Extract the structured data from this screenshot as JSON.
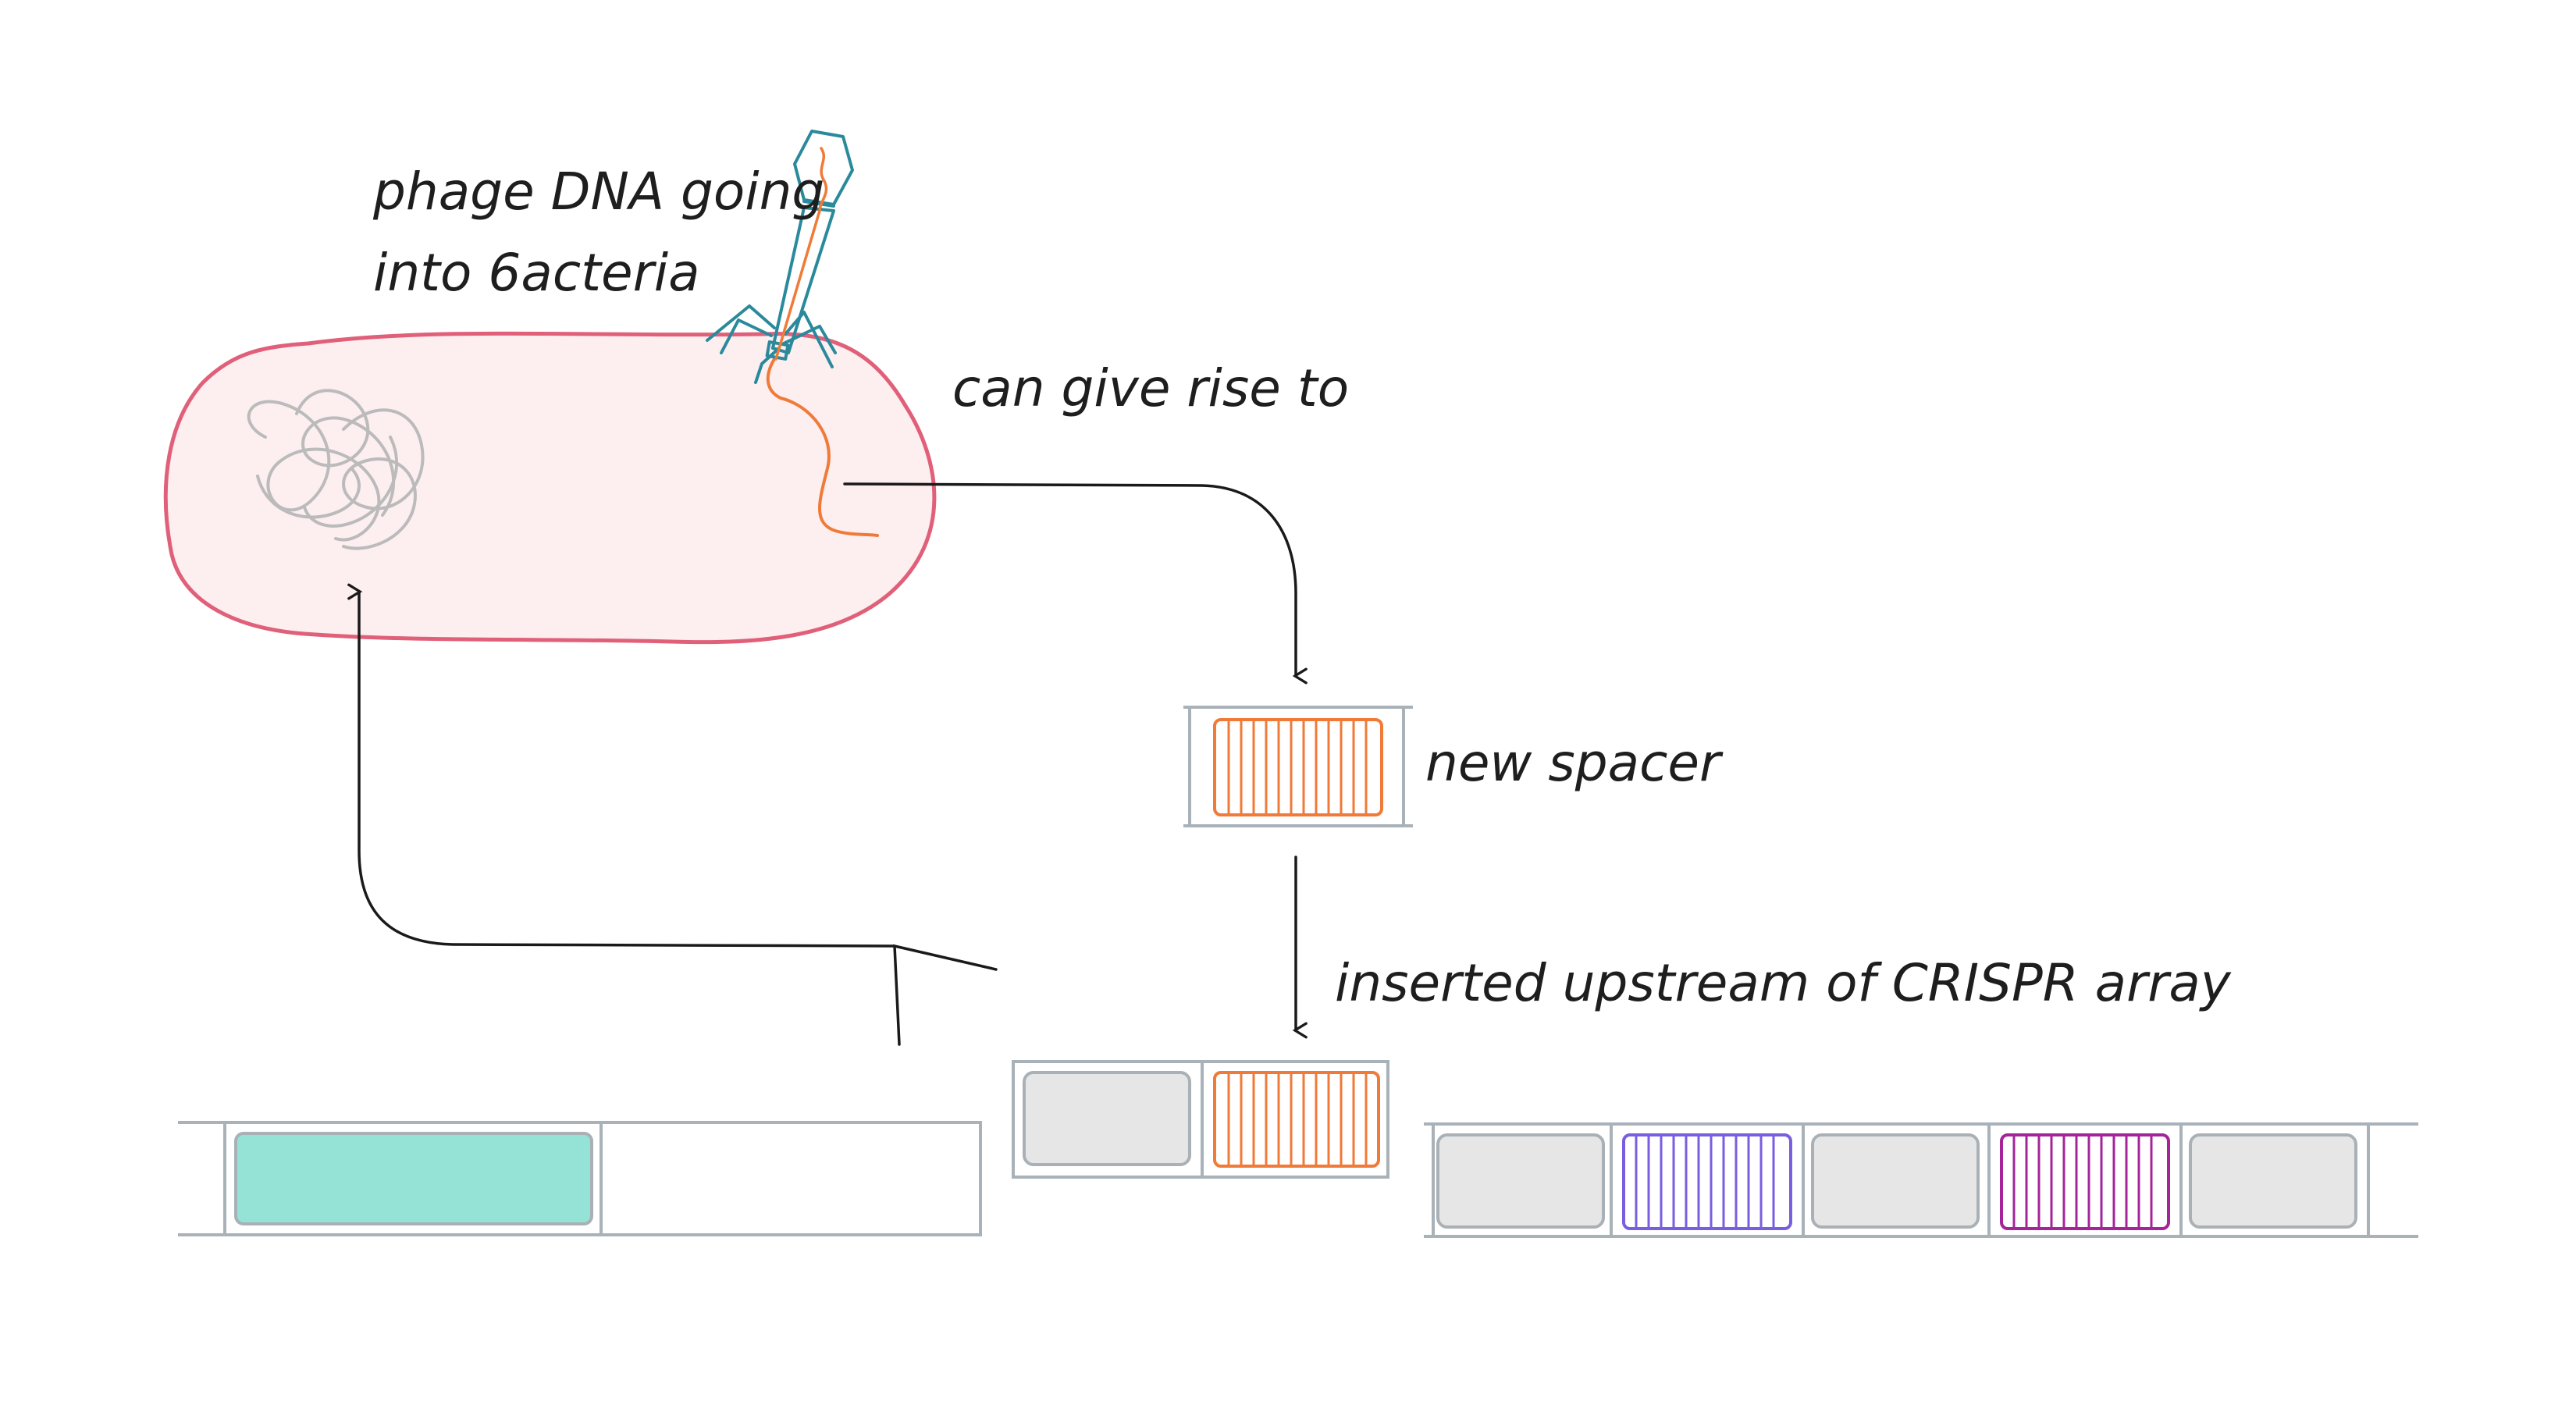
{
  "labels": {
    "phage_line1": "phage DNA going",
    "phage_line2": "into 6acteria",
    "give_rise": "can give rise to",
    "new_spacer": "new spacer",
    "inserted": "inserted upstream of CRISPR array"
  },
  "colors": {
    "cell_fill": "#fdeef0",
    "cell_outline": "#e0607a",
    "bacterial_dna": "#bbbbbb",
    "phage_body": "#2a8a9c",
    "phage_dna": "#f07a38",
    "arrow": "#1a1a1a",
    "strand": "#a8b2b8",
    "box_fill": "#e6e6e6",
    "box_stroke": "#a9b1b6",
    "cas_gene": "#95e3d6",
    "spacer_new": "#f07a38",
    "spacer_purple": "#7a5ee0",
    "spacer_magenta": "#a5249a"
  },
  "icons": {
    "bacterium": "bacterium-cell",
    "phage": "bacteriophage-icon"
  }
}
